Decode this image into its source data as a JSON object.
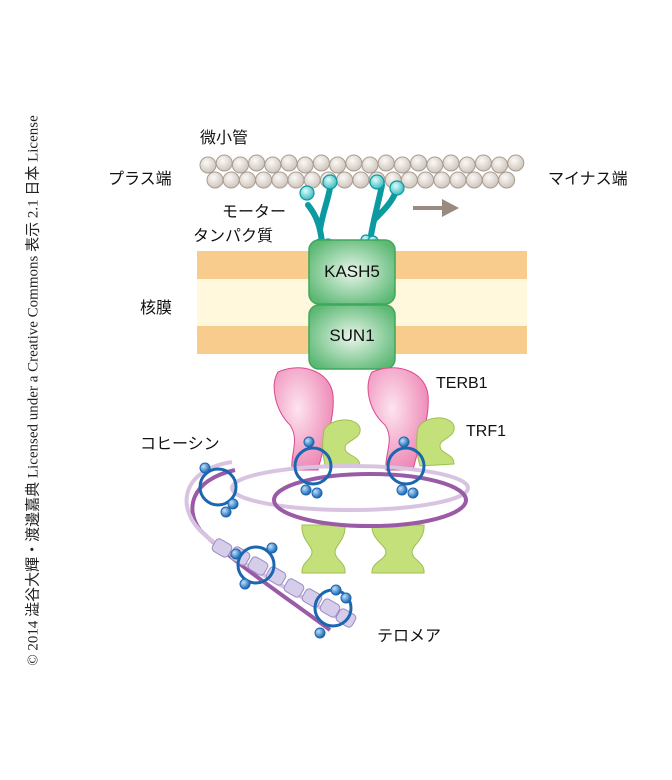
{
  "labels": {
    "microtubule": "微小管",
    "plus_end": "プラス端",
    "minus_end": "マイナス端",
    "motor_line1": "モーター",
    "motor_line2": "タンパク質",
    "nuclear_envelope": "核膜",
    "kash5": "KASH5",
    "sun1": "SUN1",
    "terb1": "TERB1",
    "trf1": "TRF1",
    "cohesin": "コヒーシン",
    "telomere": "テロメア"
  },
  "credit": "© 2014 澁谷大輝・渡邊嘉典 Licensed under a Creative Commons 表示 2.1 日本 License",
  "colors": {
    "membrane_outer": "#f8cc8c",
    "membrane_inner": "#fff8dc",
    "protein_green": "#5cb874",
    "motor_teal": "#0a9aa0",
    "terb1_pink": "#ec7fb0",
    "trf1_green": "#c4e07a",
    "cohesin_blue": "#1a66b0",
    "dna_purple": "#9a5aa6",
    "tubulin": "#e6e0da",
    "arrow": "#9a8a80"
  }
}
